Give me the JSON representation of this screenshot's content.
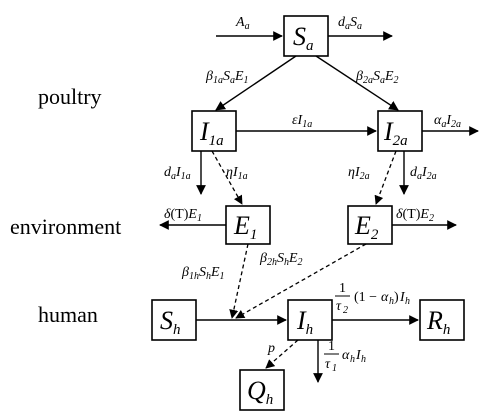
{
  "row_labels": {
    "poultry": "poultry",
    "environment": "environment",
    "human": "human"
  },
  "nodes": {
    "S_a": {
      "main": "S",
      "sub": "a"
    },
    "I_1a": {
      "main": "I",
      "sub": "1a"
    },
    "I_2a": {
      "main": "I",
      "sub": "2a"
    },
    "E_1": {
      "main": "E",
      "sub": "1"
    },
    "E_2": {
      "main": "E",
      "sub": "2"
    },
    "S_h": {
      "main": "S",
      "sub": "h"
    },
    "I_h": {
      "main": "I",
      "sub": "h"
    },
    "R_h": {
      "main": "R",
      "sub": "h"
    },
    "Q_h": {
      "main": "Q",
      "sub": "h"
    }
  },
  "rates": {
    "A_a": "A_a",
    "d_a_S_a": "d_a S_a",
    "beta1a_Sa_E1": "β_1a S_a E_1",
    "beta2a_Sa_E2": "β_2a S_a E_2",
    "eps_I1a": "ε I_1a",
    "alpha_a_I2a": "α_a I_2a",
    "d_a_I1a": "d_a I_1a",
    "eta_I1a": "η I_1a",
    "eta_I2a": "η I_2a",
    "d_a_I2a": "d_a I_2a",
    "delta_E1": "δ(T) E_1",
    "delta_E2": "δ(T) E_2",
    "beta1h_Sh_E1": "β_1h S_h E_1",
    "beta2h_Sh_E2": "β_2h S_h E_2",
    "recovery": "1/τ_2 (1 − α_h) I_h",
    "p": "p",
    "quarantine": "1/τ_1 α_h I_h"
  },
  "colors": {
    "line": "#000000",
    "background": "#ffffff"
  }
}
